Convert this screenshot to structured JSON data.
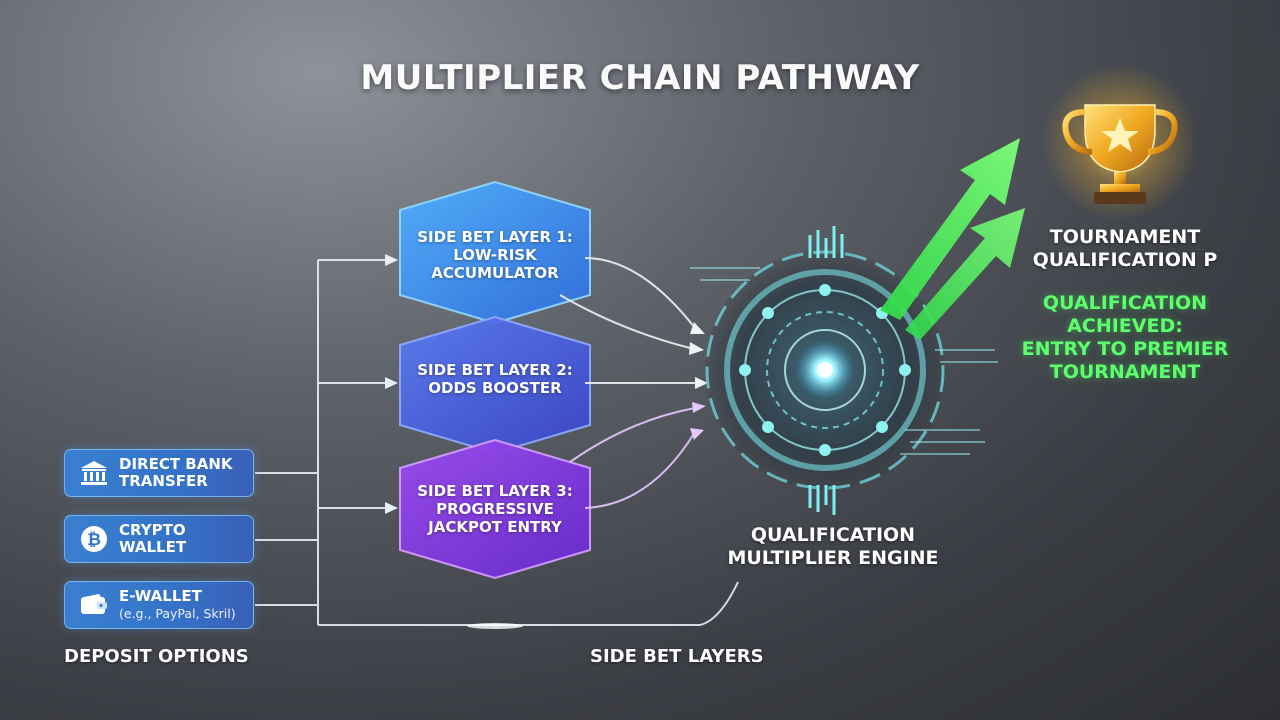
{
  "title": "MULTIPLIER CHAIN PATHWAY",
  "deposit_options": {
    "label": "DEPOSIT OPTIONS",
    "items": [
      {
        "line1": "DIRECT BANK",
        "line2": "TRANSFER",
        "icon": "bank-icon"
      },
      {
        "line1": "CRYPTO",
        "line2": "WALLET",
        "icon": "bitcoin-icon"
      },
      {
        "line1": "E-WALLET",
        "sub": "(e.g., PayPal, Skril)",
        "icon": "wallet-icon"
      }
    ]
  },
  "side_bet_layers": {
    "label": "SIDE BET LAYERS",
    "items": [
      {
        "line1": "SIDE BET LAYER 1:",
        "line2": "LOW-RISK",
        "line3": "ACCUMULATOR",
        "color": "#3d8fe6"
      },
      {
        "line1": "SIDE BET LAYER 2:",
        "line2": "ODDS BOOSTER",
        "color": "#4a63e0"
      },
      {
        "line1": "SIDE BET LAYER 3:",
        "line2": "PROGRESSIVE",
        "line3": "JACKPOT ENTRY",
        "color": "#8a3fe0"
      }
    ]
  },
  "engine": {
    "line1": "QUALIFICATION",
    "line2": "MULTIPLIER ENGINE"
  },
  "tournament": {
    "line1": "TOURNAMENT",
    "line2": "QUALIFICATION P"
  },
  "achieved": {
    "line1": "QUALIFICATION",
    "line2": "ACHIEVED:",
    "line3": "ENTRY TO PREMIER",
    "line4": "TOURNAMENT",
    "color": "#5dff6c"
  },
  "icons": {
    "trophy": "trophy-icon",
    "arrows": "up-arrow-icon",
    "engine": "gear-engine-icon"
  }
}
